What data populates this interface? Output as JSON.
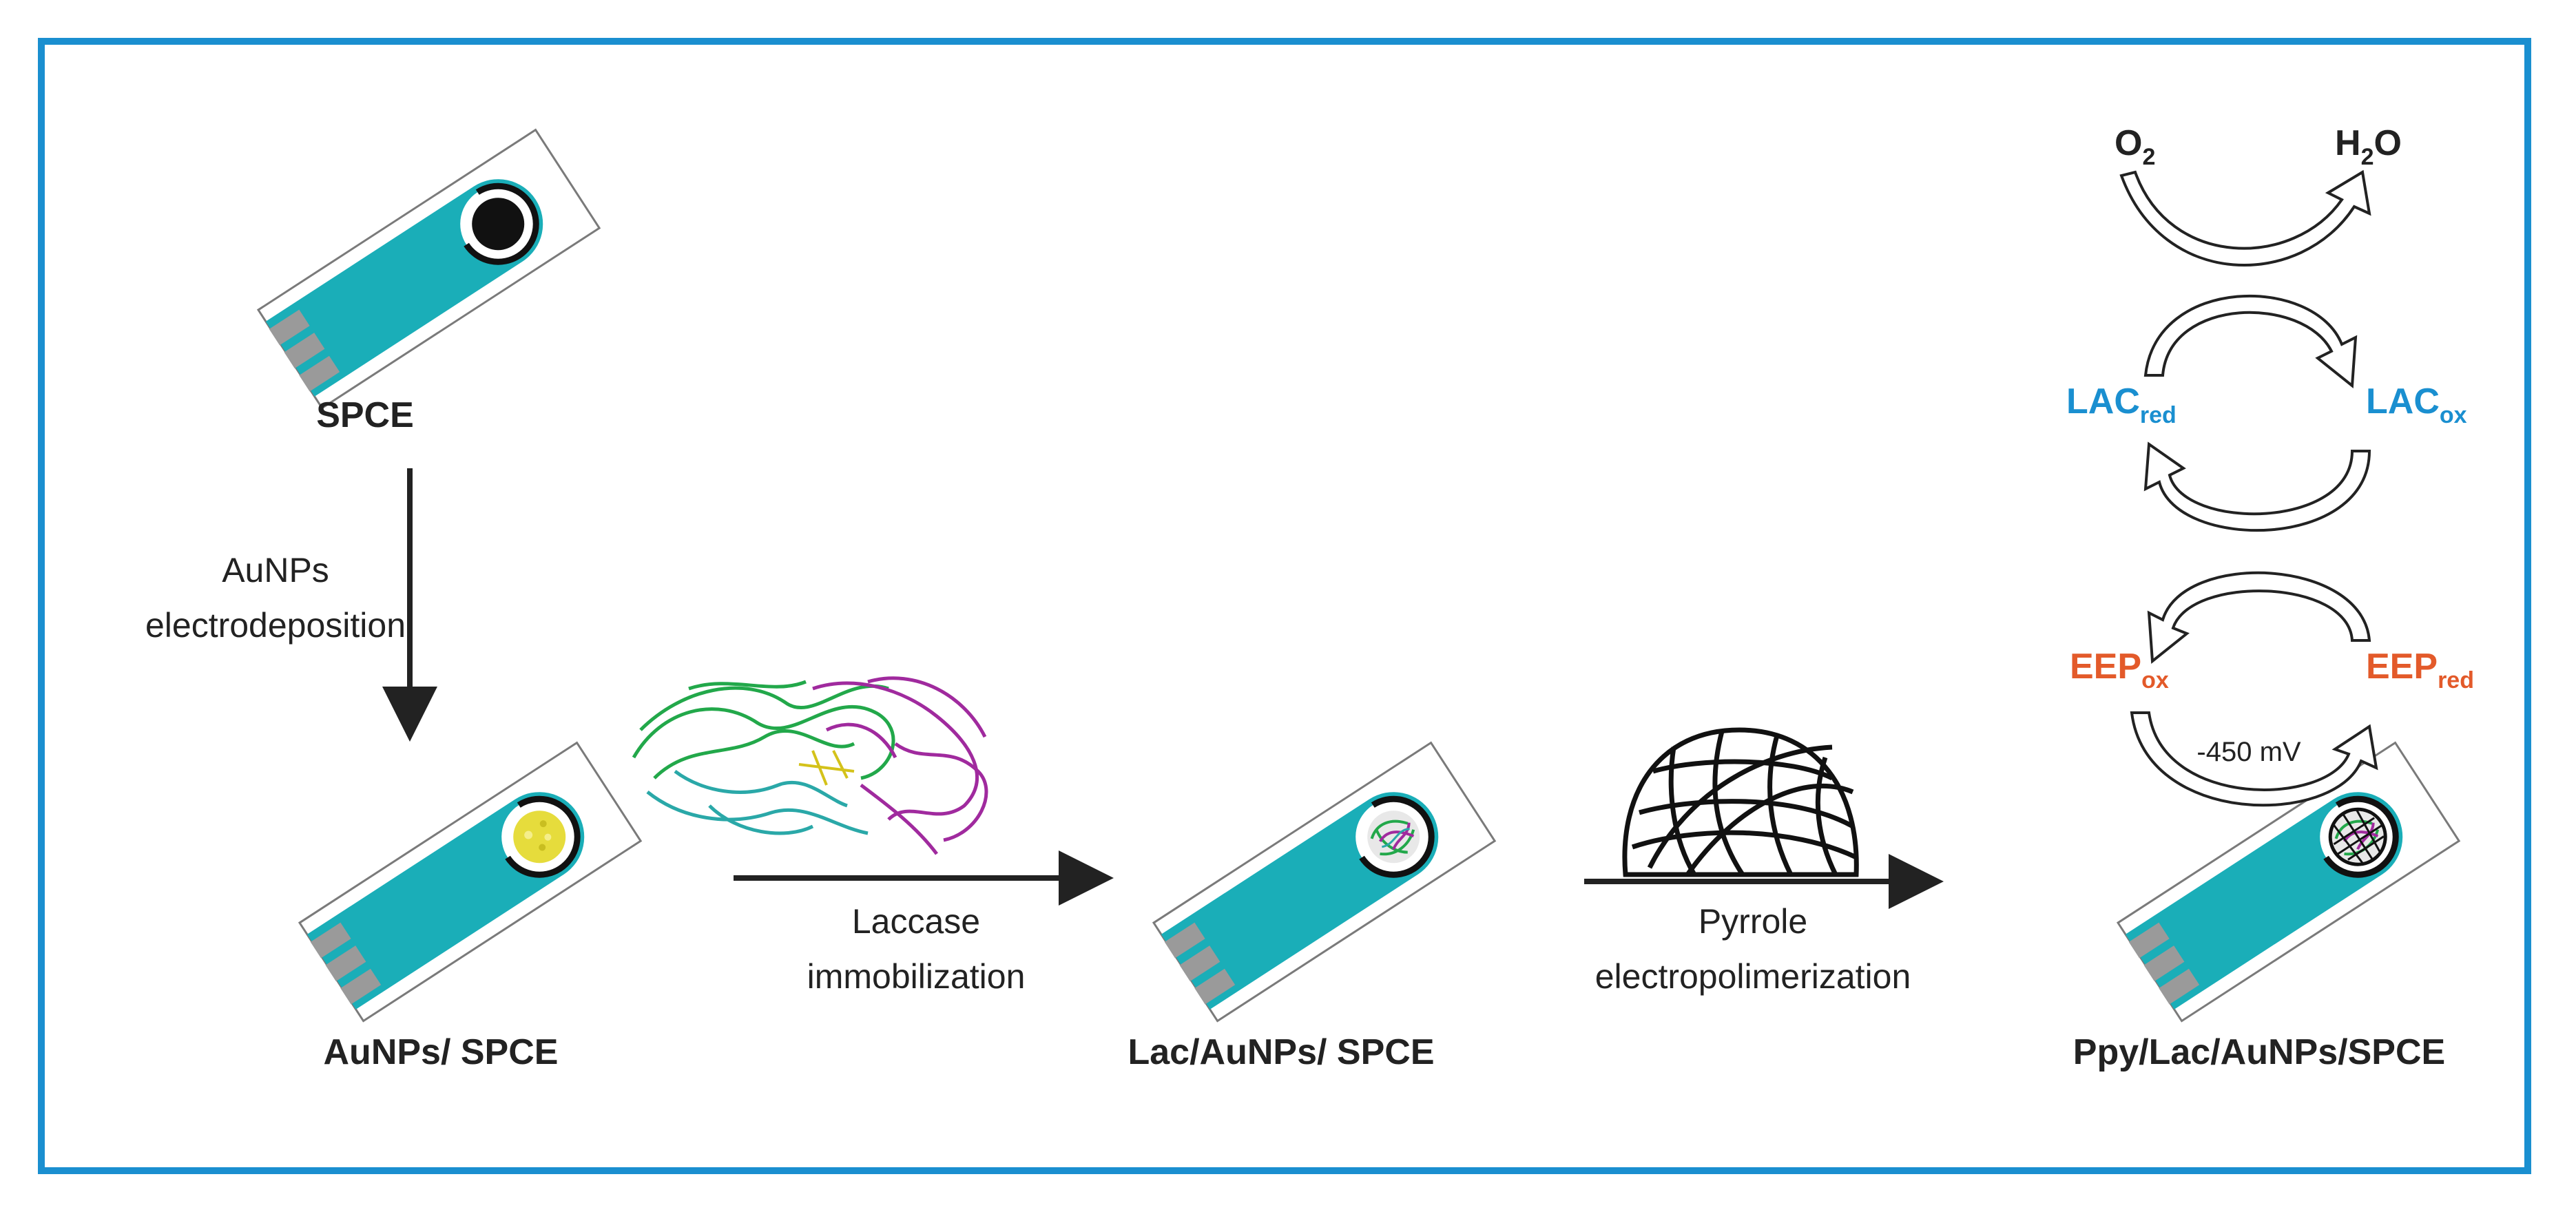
{
  "colors": {
    "frame": "#1a8fd0",
    "electrode_body": "#1aaeb8",
    "gold": "#e6dc3c",
    "lac": "#1a8fd0",
    "eep": "#e35a2a",
    "protein_green": "#22a84a",
    "protein_magenta": "#a02a9e",
    "protein_teal": "#2aa8a8"
  },
  "labels": {
    "spce": "SPCE",
    "aunps_spce": "AuNPs/ SPCE",
    "lac_aunps_spce": "Lac/AuNPs/ SPCE",
    "ppy_lac_aunps_spce": "Ppy/Lac/AuNPs/SPCE"
  },
  "steps": {
    "step1_line1": "AuNPs",
    "step1_line2": "electrodeposition",
    "step2_line1": "Laccase",
    "step2_line2": "immobilization",
    "step3_line1": "Pyrrole",
    "step3_line2": "electropolimerization"
  },
  "cycle": {
    "o2": "O",
    "o2_sub": "2",
    "h2o_h": "H",
    "h2o_sub": "2",
    "h2o_o": "O",
    "lac_red": "LAC",
    "lac_red_sub": "red",
    "lac_ox": "LAC",
    "lac_ox_sub": "ox",
    "eep_ox": "EEP",
    "eep_ox_sub": "ox",
    "eep_red": "EEP",
    "eep_red_sub": "red",
    "potential": "-450 mV"
  },
  "icons": [
    "electrode-strip-icon",
    "protein-ribbon-icon",
    "polymer-mesh-icon",
    "cycle-arrow-icon"
  ]
}
